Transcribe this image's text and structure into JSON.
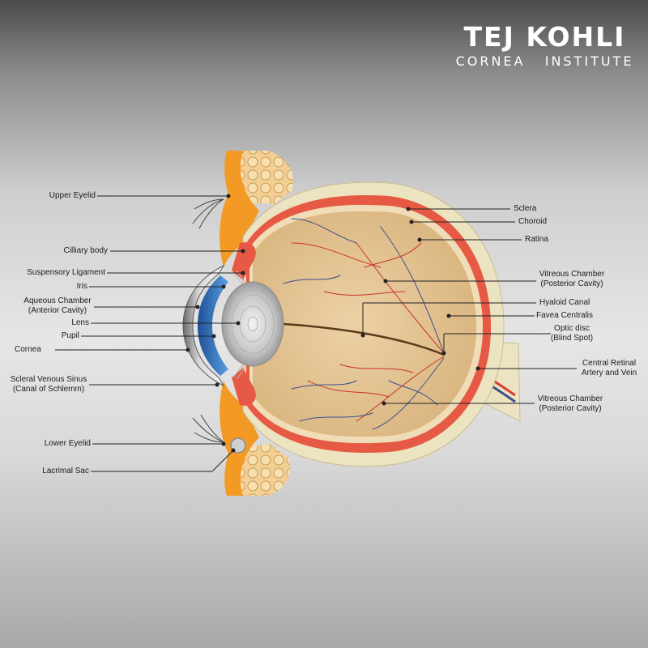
{
  "logo": {
    "name": "TEJ KOHLI",
    "subtitle": "CORNEA   INSTITUTE"
  },
  "labels": {
    "left": {
      "upper_eyelid": "Upper Eyelid",
      "ciliary_body": "Cilliary body",
      "suspensory_ligament": "Suspensory Ligament",
      "iris": "Iris",
      "aqueous_chamber": "Aqueous Chamber",
      "aqueous_chamber_sub": "(Anterior Cavity)",
      "lens": "Lens",
      "pupil": "Pupil",
      "cornea": "Cornea",
      "scleral_sinus": "Scleral Venous Sinus",
      "scleral_sinus_sub": "(Canal of Schlemm)",
      "lower_eyelid": "Lower Eyelid",
      "lacrimal_sac": "Lacrimal Sac"
    },
    "right": {
      "sclera": "Sclera",
      "choroid": "Choroid",
      "retina": "Ratina",
      "vitreous_upper": "Vitreous Chamber",
      "vitreous_upper_sub": "(Posterior Cavity)",
      "hyaloid_canal": "Hyaloid Canal",
      "fovea": "Favea Centralis",
      "optic_disc": "Optic disc",
      "optic_disc_sub": "(Blind Spot)",
      "retinal_artery": "Central Retinal",
      "retinal_artery_sub": "Artery and Vein",
      "vitreous_lower": "Vitreous Chamber",
      "vitreous_lower_sub": "(Posterior Cavity)"
    }
  },
  "colors": {
    "sclera": "#ece3c1",
    "choroid": "#e65a45",
    "vitreous": "#e0bf8e",
    "eyelid": "#f39a24",
    "iris": "#2f6fb8",
    "lens": "#bdbdbd",
    "artery": "#d83a2a",
    "vein": "#3b4f8c"
  }
}
